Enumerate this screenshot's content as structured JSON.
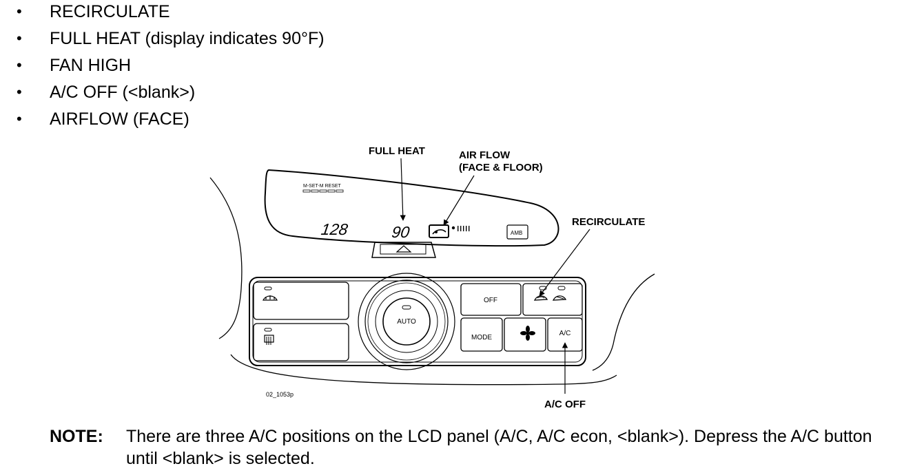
{
  "bullets": [
    "RECIRCULATE",
    "FULL HEAT (display indicates 90°F)",
    "FAN HIGH",
    "A/C OFF (<blank>)",
    "AIRFLOW (FACE)"
  ],
  "bullet_symbol": "•",
  "diagram": {
    "callouts": {
      "full_heat": "FULL HEAT",
      "air_flow_line1": "AIR FLOW",
      "air_flow_line2": "(FACE & FLOOR)",
      "recirculate": "RECIRCULATE",
      "ac_off": "A/C OFF"
    },
    "display": {
      "mset_label": "M-SET-M RESET",
      "left_value": "128",
      "temp_value": "90",
      "amb_label": "AMB"
    },
    "buttons": {
      "auto": "AUTO",
      "off": "OFF",
      "mode": "MODE",
      "ac": "A/C"
    },
    "figure_id": "02_1053p"
  },
  "note": {
    "label": "NOTE:",
    "text": "There are three A/C positions on the LCD panel (A/C, A/C econ, <blank>). Depress the A/C button until <blank> is selected."
  }
}
